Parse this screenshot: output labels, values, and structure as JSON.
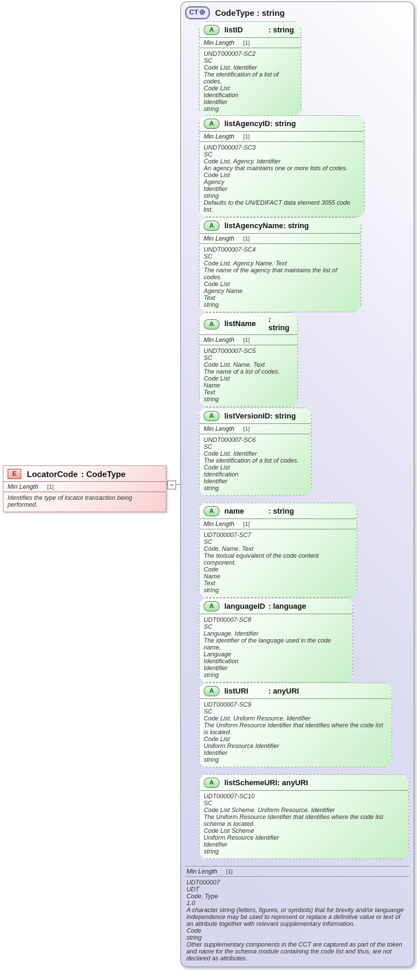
{
  "header": {
    "icon_label": "CT",
    "icon_plus": "⊕",
    "title": "CodeType : string"
  },
  "element": {
    "icon_label": "E",
    "name": "LocatorCode",
    "type_label": ": CodeType",
    "facet_name": "Min Length",
    "facet_value": "[1]",
    "doc": "Identifies the type of locator transaction being performed."
  },
  "attributes": [
    {
      "icon_label": "A",
      "name": "listID",
      "type_label": ": string",
      "facet_name": "Min Length",
      "facet_value": "[1]",
      "doc": "UNDT000007-SC2\nSC\nCode List. Identifier\nThe identification of a list of codes.\nCode List\nIdentification\nIdentifier\nstring"
    },
    {
      "icon_label": "A",
      "name": "listAgencyID",
      "type_label": ": string",
      "facet_name": "Min Length",
      "facet_value": "[1]",
      "doc": "UNDT000007-SC3\nSC\nCode List. Agency. Identifier\nAn agency that maintains one or more lists of codes.\nCode List\nAgency\nIdentifier\nstring\nDefaults to the UN/EDIFACT data element 3055 code list."
    },
    {
      "icon_label": "A",
      "name": "listAgencyName",
      "type_label": ": string",
      "facet_name": "Min Length",
      "facet_value": "[1]",
      "doc": "UNDT000007-SC4\nSC\nCode List. Agency Name. Text\nThe name of the agency that maintains the list of codes.\nCode List\nAgency Name\nText\nstring"
    },
    {
      "icon_label": "A",
      "name": "listName",
      "type_label": ": string",
      "facet_name": "Min Length",
      "facet_value": "[1]",
      "doc": "UNDT000007-SC5\nSC\nCode List. Name. Text\nThe name of a list of codes.\nCode List\nName\nText\nstring"
    },
    {
      "icon_label": "A",
      "name": "listVersionID",
      "type_label": ": string",
      "facet_name": "Min Length",
      "facet_value": "[1]",
      "doc": "UNDT000007-SC6\nSC\nCode List. Identifier\nThe identification of a list of codes.\nCode List\nIdentification\nIdentifier\nstring"
    },
    {
      "icon_label": "A",
      "name": "name",
      "type_label": ": string",
      "facet_name": "Min Length",
      "facet_value": "[1]",
      "doc": "UDT000007-SC7\nSC\nCode. Name. Text\nThe textual equivalent of the code content component.\nCode\nName\nText\nstring"
    },
    {
      "icon_label": "A",
      "name": "languageID",
      "type_label": ": language",
      "doc": "UDT000007-SC8\nSC\nLanguage. Identifier\nThe identifier of the language used in the code name.\nLanguage\nIdentification\nIdentifier\nstring"
    },
    {
      "icon_label": "A",
      "name": "listURI",
      "type_label": ": anyURI",
      "doc": "UDT000007-SC9\nSC\nCode List. Uniform Resource. Identifier\nThe Uniform Resource Identifier that identifies where the code list is located.\nCode List\nUniform Resource Identifier\nIdentifier\nstring"
    },
    {
      "icon_label": "A",
      "name": "listSchemeURI",
      "type_label": ": anyURI",
      "doc": "UDT000007-SC10\nSC\nCode List Scheme. Uniform Resource. Identifier\nThe Uniform Resource Identifier that identifies where the code list scheme is located.\nCode List Scheme\nUniform Resource Identifier\nIdentifier\nstring"
    }
  ],
  "footer": {
    "facet_name": "Min Length",
    "facet_value": "[1]",
    "doc": "UDT000007\nUDT\nCode. Type\n1.0\nA character string (letters, figures, or symbols) that for brevity and/or languange independence may be used to represent or replace a definitive value or text of an attribute together with relevant supplementary information.\nCode\nstring\nOther supplementary components in the CCT are captured as part of the token and name for the schema module containing the code list and thus, are not declared as attributes."
  },
  "colors": {
    "container_fill": "#dcdcf1",
    "container_border": "#9c9ca8",
    "attribute_fill": "#d7f4d7",
    "attribute_border": "#a2b4a2",
    "element_fill": "#f7cfcf",
    "element_border": "#c5a3a3",
    "connector": "#909090"
  }
}
